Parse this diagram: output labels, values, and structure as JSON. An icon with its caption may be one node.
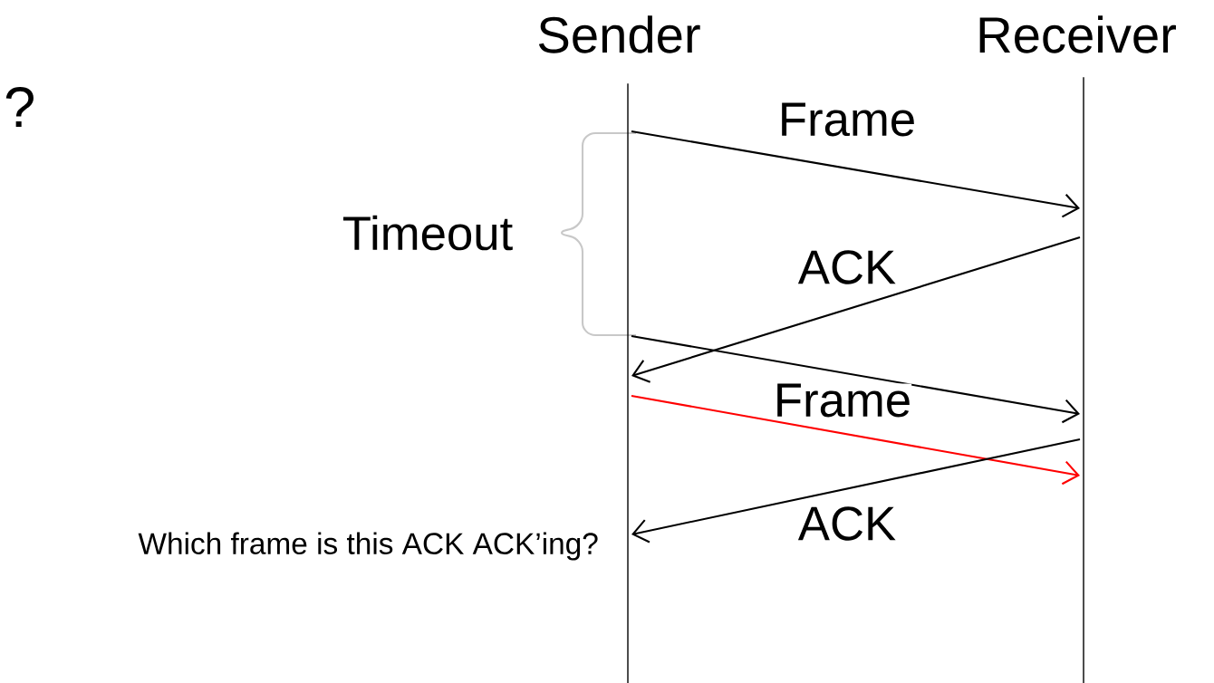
{
  "diagram": {
    "nodes": [
      {
        "text": [
          "Sender"
        ]
      },
      {
        "text": [
          "Receiver"
        ]
      }
    ],
    "edges": [
      {
        "from": 0,
        "to": 1,
        "arrow": "to",
        "label": "Frame"
      },
      {
        "from": 1,
        "to": 0,
        "arrow": "to",
        "label": "ACK"
      },
      {
        "from": 0,
        "to": 1,
        "arrow": "to",
        "label": "Frame"
      },
      {
        "from": 0,
        "to": 1,
        "arrow": "to",
        "color": "#ff0000"
      },
      {
        "from": 1,
        "to": 0,
        "arrow": "to",
        "label": "ACK"
      }
    ],
    "labels": [
      "?",
      "Timeout",
      "Which frame is this ACK ACK’ing?"
    ]
  }
}
